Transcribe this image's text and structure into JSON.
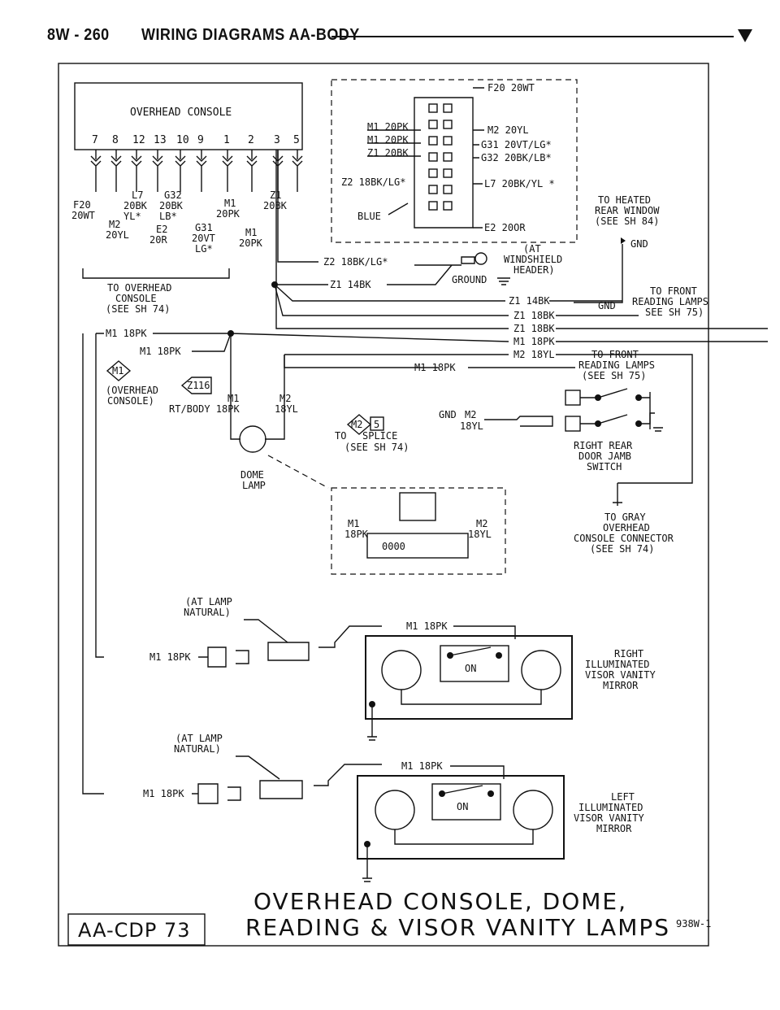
{
  "header": {
    "page": "8W - 260",
    "title": "WIRING DIAGRAMS AA-BODY"
  },
  "overhead_console": {
    "label": "OVERHEAD CONSOLE",
    "pins": [
      "7",
      "8",
      "12",
      "13",
      "10",
      "9",
      "1",
      "2",
      "3",
      "5"
    ],
    "wires": [
      [
        "F20",
        "20WT"
      ],
      [
        "L7",
        "20BK",
        "YL*"
      ],
      [
        "M2",
        "20YL"
      ],
      [
        "G32",
        "20BK",
        "LB*"
      ],
      [
        "E2",
        "20R"
      ],
      [
        "G31",
        "20VT",
        "LG*"
      ],
      [
        "M1",
        "20PK"
      ],
      [
        "M1",
        "20PK"
      ],
      [
        "Z1",
        "20BK"
      ]
    ],
    "to_label": [
      "TO OVERHEAD",
      "CONSOLE",
      "(SEE SH 74)"
    ]
  },
  "windshield_connector": {
    "left": [
      "M1 20PK",
      "M1 20PK",
      "Z1 20BK",
      "Z2 18BK/LG*"
    ],
    "right": [
      "F20 20WT",
      "M2 20YL",
      "G31 20VT/LG*",
      "G32 20BK/LB*",
      "L7 20BK/YL *",
      "E2 20OR"
    ],
    "blue": "BLUE",
    "at": [
      "(AT",
      "WINDSHIELD",
      "HEADER)"
    ]
  },
  "rear_window": [
    "TO HEATED",
    "REAR WINDOW",
    "(SEE SH 84)"
  ],
  "wires": {
    "z2": "Z2 18BK/LG*",
    "z1_14": "Z1 14BK",
    "z1_14_b": "Z1 14BK",
    "z1_18": "Z1 18BK",
    "z1_18_b": "Z1 18BK",
    "m1_18_a": "M1 18PK",
    "m2_18": "M2 18YL",
    "m1_18_left": "M1 18PK",
    "m1_18_left2": "M1 18PK",
    "m1_18_mid": "M1 18PK",
    "m1_18_vis1": "M1 18PK",
    "m1_18_vis2": "M1 18PK",
    "m1_18_vis3": "M1 18PK",
    "m1_18_vis4": "M1 18PK"
  },
  "labels": {
    "gnd": "GND",
    "ground": "GROUND",
    "front_reading_1": [
      "TO FRONT",
      "READING LAMPS",
      "SEE SH 75)"
    ],
    "front_reading_2": [
      "TO FRONT",
      "READING LAMPS",
      "(SEE SH 75)"
    ],
    "overhead_console_m1": [
      "(OVERHEAD",
      "CONSOLE)"
    ],
    "m1_badge": "M1",
    "z1_badge": "Z1",
    "z1_badge_num": "16",
    "rtbody": [
      "M1",
      "RT/BODY 18PK"
    ],
    "m2_18yl": [
      "M2",
      "18YL"
    ],
    "m2_badge": "M2",
    "m2_badge_num": "5",
    "splice": [
      "TO",
      "SPLICE",
      "(SEE SH 74)"
    ],
    "gnd_m2": [
      "GND",
      "M2",
      "18YL"
    ],
    "right_rear": [
      "RIGHT REAR",
      "DOOR JAMB",
      "SWITCH"
    ],
    "dome": [
      "DOME",
      "LAMP"
    ],
    "dome_conn": [
      "M1",
      "18PK",
      "M2",
      "18YL"
    ],
    "gray_overhead": [
      "TO GRAY",
      "OVERHEAD",
      "CONSOLE CONNECTOR",
      "(SEE SH 74)"
    ],
    "at_lamp": [
      "(AT LAMP",
      "NATURAL)"
    ],
    "on": "ON",
    "right_visor": [
      "RIGHT",
      "ILLUMINATED",
      "VISOR VANITY",
      "MIRROR"
    ],
    "left_visor": [
      "LEFT",
      "ILLUMINATED",
      "VISOR VANITY",
      "MIRROR"
    ]
  },
  "footer": {
    "code": "AA-CDP 73",
    "title_line1": "OVERHEAD CONSOLE, DOME,",
    "title_line2": "READING & VISOR VANITY LAMPS",
    "figure": "938W-1"
  }
}
